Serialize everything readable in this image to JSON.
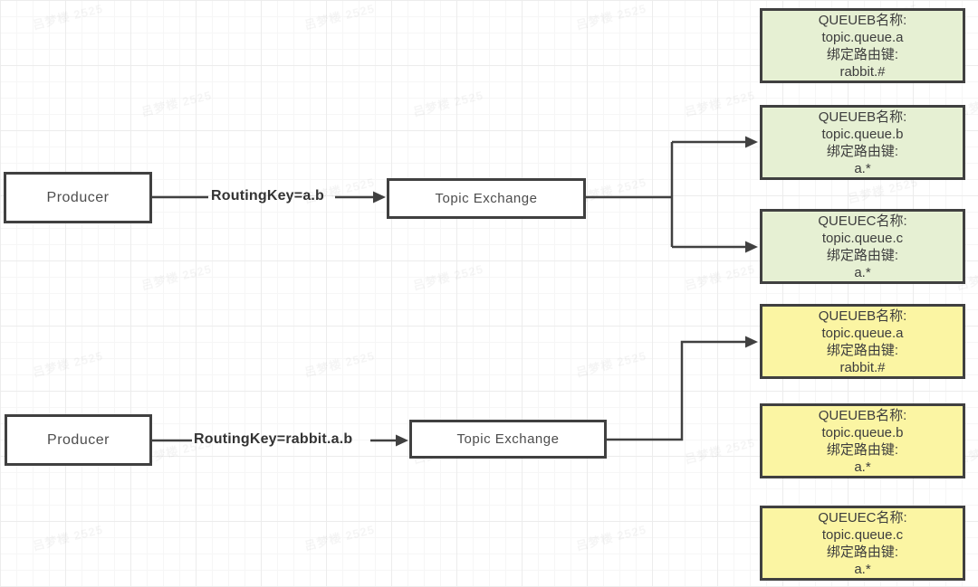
{
  "watermark": {
    "text": "吕梦楼 2525"
  },
  "colors": {
    "line": "#404040",
    "border": "#404040",
    "queue_green": "#e6f0d3",
    "queue_yellow": "#fbf5a3",
    "canvas": "#ffffff"
  },
  "flow1": {
    "producer_label": "Producer",
    "routing_key": "RoutingKey=a.b",
    "exchange_label": "Topic Exchange",
    "queues": [
      {
        "title": "QUEUEB名称:",
        "queue_name": "topic.queue.a",
        "binding_title": "绑定路由键:",
        "binding_key": "rabbit.#"
      },
      {
        "title": "QUEUEB名称:",
        "queue_name": "topic.queue.b",
        "binding_title": "绑定路由键:",
        "binding_key": "a.*"
      },
      {
        "title": "QUEUEC名称:",
        "queue_name": "topic.queue.c",
        "binding_title": "绑定路由键:",
        "binding_key": "a.*"
      }
    ]
  },
  "flow2": {
    "producer_label": "Producer",
    "routing_key": "RoutingKey=rabbit.a.b",
    "exchange_label": "Topic Exchange",
    "queues": [
      {
        "title": "QUEUEB名称:",
        "queue_name": "topic.queue.a",
        "binding_title": "绑定路由键:",
        "binding_key": "rabbit.#"
      },
      {
        "title": "QUEUEB名称:",
        "queue_name": "topic.queue.b",
        "binding_title": "绑定路由键:",
        "binding_key": "a.*"
      },
      {
        "title": "QUEUEC名称:",
        "queue_name": "topic.queue.c",
        "binding_title": "绑定路由键:",
        "binding_key": "a.*"
      }
    ]
  }
}
